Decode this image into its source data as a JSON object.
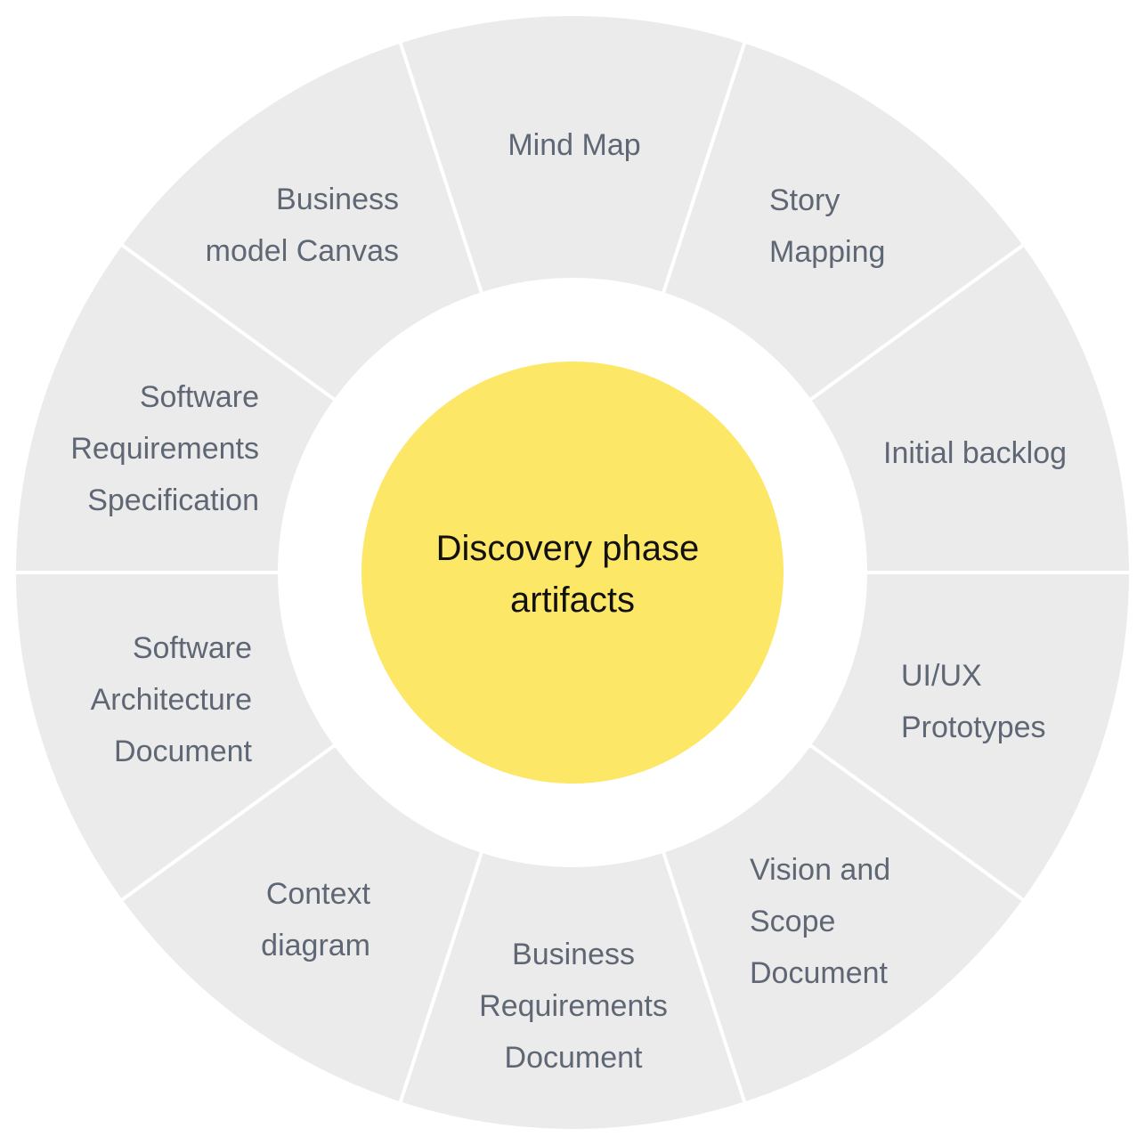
{
  "center": {
    "lines": [
      "Discovery phase",
      "artifacts"
    ]
  },
  "colors": {
    "segment_fill": "#ebebeb",
    "segment_divider": "#ffffff",
    "center_fill": "#fde766",
    "label_text": "#5f6775",
    "center_text": "#111111"
  },
  "segments": [
    {
      "id": "mind-map",
      "lines": [
        "Mind Map"
      ]
    },
    {
      "id": "story-mapping",
      "lines": [
        "Story",
        "Mapping"
      ]
    },
    {
      "id": "initial-backlog",
      "lines": [
        "Initial backlog"
      ]
    },
    {
      "id": "ui-ux-prototypes",
      "lines": [
        "UI/UX",
        "Prototypes"
      ]
    },
    {
      "id": "vision-and-scope-document",
      "lines": [
        "Vision and",
        "Scope",
        "Document"
      ]
    },
    {
      "id": "business-requirements-document",
      "lines": [
        "Business",
        "Requirements",
        "Document"
      ]
    },
    {
      "id": "context-diagram",
      "lines": [
        "Context",
        "diagram"
      ]
    },
    {
      "id": "software-architecture-document",
      "lines": [
        "Software",
        "Architecture",
        "Document"
      ]
    },
    {
      "id": "software-requirements-specification",
      "lines": [
        "Software",
        "Requirements",
        "Specification"
      ]
    },
    {
      "id": "business-model-canvas",
      "lines": [
        "Business",
        "model Canvas"
      ]
    }
  ]
}
